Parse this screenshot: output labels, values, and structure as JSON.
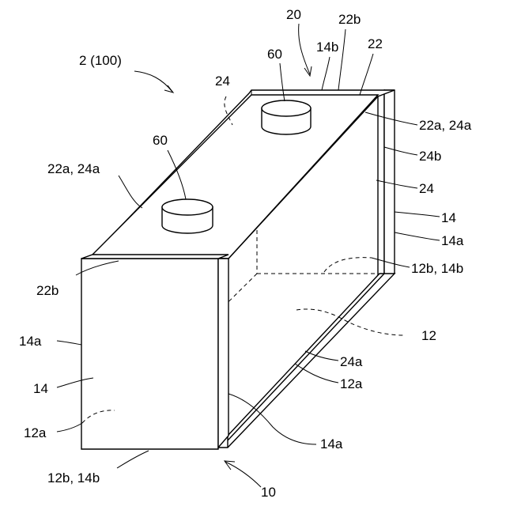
{
  "labels": {
    "assembly": "2 (100)",
    "ref_20": "20",
    "ref_22b_top": "22b",
    "ref_14b_top": "14b",
    "ref_22_top": "22",
    "ref_60_top": "60",
    "ref_24_top": "24",
    "ref_60_mid": "60",
    "ref_22a24a_left": "22a, 24a",
    "ref_22a24a_right": "22a, 24a",
    "ref_24b": "24b",
    "ref_24_right": "24",
    "ref_14_right": "14",
    "ref_14a_right": "14a",
    "ref_12b14b_right": "12b, 14b",
    "ref_22b_left": "22b",
    "ref_12_right": "12",
    "ref_14a_left": "14a",
    "ref_24a_bottom": "24a",
    "ref_14_left": "14",
    "ref_12a_right": "12a",
    "ref_12a_left": "12a",
    "ref_14a_bottom": "14a",
    "ref_12b14b_bottom": "12b, 14b",
    "ref_10": "10"
  }
}
